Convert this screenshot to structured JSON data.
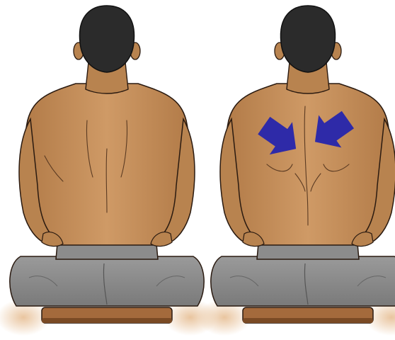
{
  "figures": [
    {
      "id": "relaxed",
      "shows_arrows": false
    },
    {
      "id": "retracted",
      "shows_arrows": true
    }
  ],
  "colors": {
    "background": "#ffffff",
    "skin": "#c8915e",
    "skin_shadow": "#a8713f",
    "outline": "#2a1a10",
    "hair": "#2b2b2b",
    "shorts": "#8c8c8c",
    "shorts_shadow": "#6a6a6a",
    "stool": "#a46a3c",
    "stool_shadow": "#7a4a24",
    "floor_glow": "#e8c29a",
    "arrow": "#2e2aa8"
  },
  "arrow_directions": [
    "down-right",
    "down-left"
  ]
}
